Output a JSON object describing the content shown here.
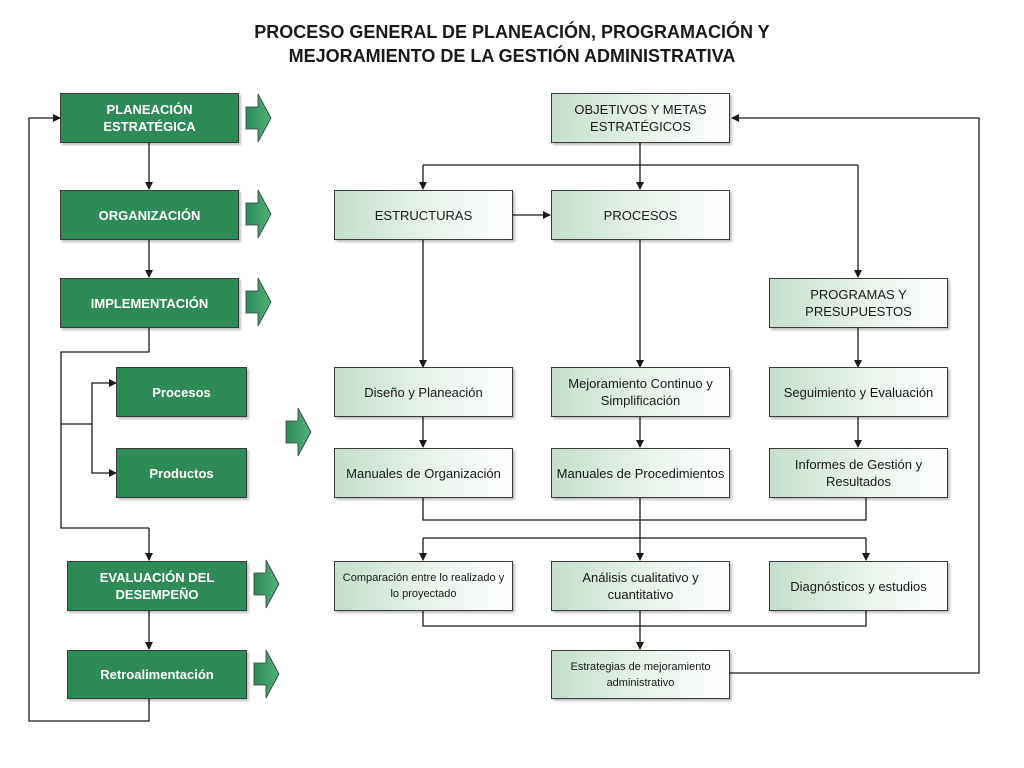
{
  "title": {
    "line1": "PROCESO GENERAL DE PLANEACIÓN, PROGRAMACIÓN Y",
    "line2": "MEJORAMIENTO DE LA GESTIÓN ADMINISTRATIVA"
  },
  "left_column": {
    "planeacion": "PLANEACIÓN ESTRATÉGICA",
    "organizacion": "ORGANIZACIÓN",
    "implementacion": "IMPLEMENTACIÓN",
    "procesos": "Procesos",
    "productos": "Productos",
    "evaluacion": "EVALUACIÓN DEL DESEMPEÑO",
    "retroalimentacion": "Retroalimentación"
  },
  "right_flow": {
    "objetivos": "OBJETIVOS Y METAS ESTRATÉGICOS",
    "estructuras": "ESTRUCTURAS",
    "procesos": "PROCESOS",
    "programas": "PROGRAMAS Y PRESUPUESTOS",
    "diseno": "Diseño y Planeación",
    "mejoramiento": "Mejoramiento Continuo y Simplificación",
    "seguimiento": "Seguimiento y Evaluación",
    "manuales_org": "Manuales de Organización",
    "manuales_proc": "Manuales de Procedimientos",
    "informes": "Informes de Gestión y Resultados",
    "comparacion": "Comparación entre lo realizado y lo proyectado",
    "analisis": "Análisis cualitativo y cuantitativo",
    "diagnosticos": "Diagnósticos y estudios",
    "estrategias": "Estrategias de mejoramiento administrativo"
  },
  "colors": {
    "box_green": "#2e8b57",
    "line": "#1a1a1a"
  }
}
